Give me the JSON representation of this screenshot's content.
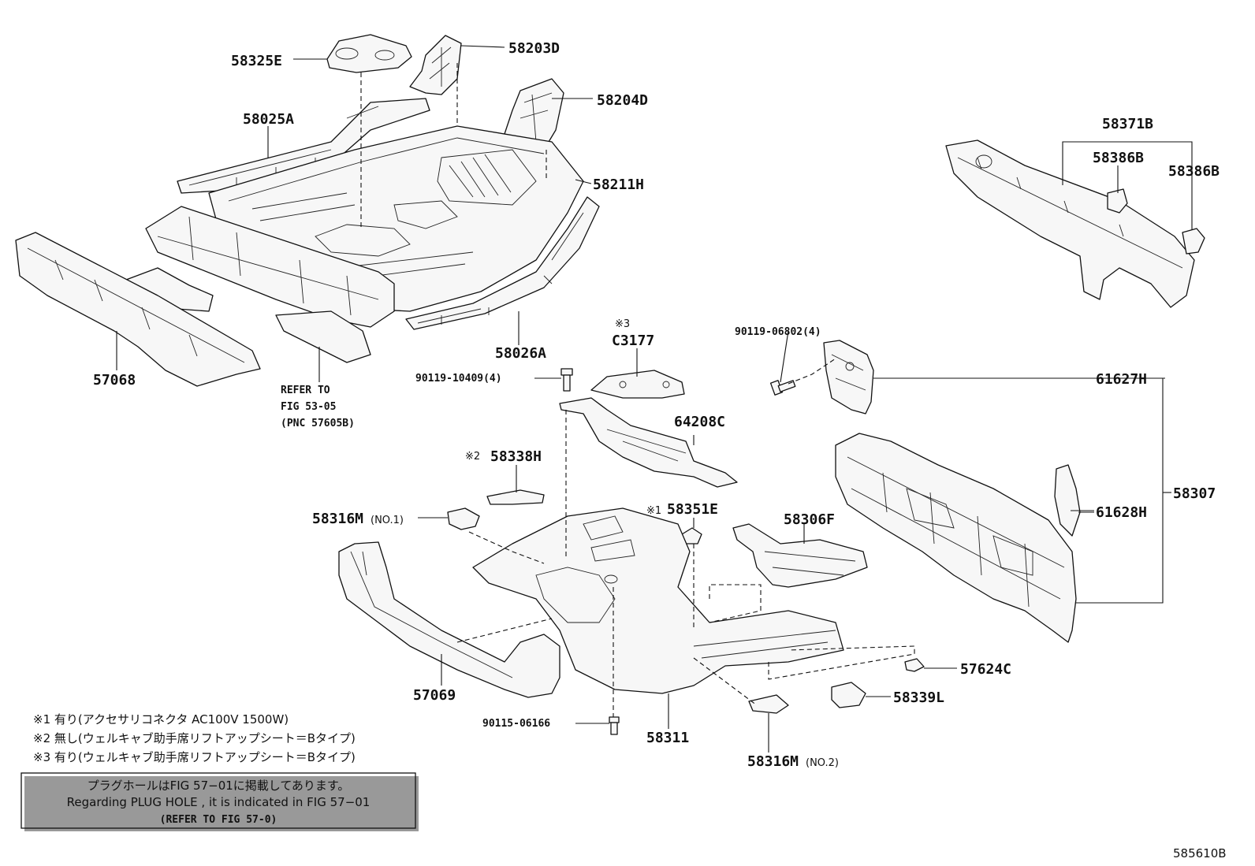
{
  "labels": {
    "p58325E": "58325E",
    "p58203D": "58203D",
    "p58204D": "58204D",
    "p58025A": "58025A",
    "p58211H": "58211H",
    "p57068": "57068",
    "p58026A": "58026A",
    "refer_line1": "REFER TO",
    "refer_line2": "FIG 53-05",
    "refer_line3": "(PNC 57605B)",
    "p58371B": "58371B",
    "p58386B_a": "58386B",
    "p58386B_b": "58386B",
    "mark3": "※3",
    "pC3177": "C3177",
    "bolt1": "90119-10409(4)",
    "bolt2": "90119-06802(4)",
    "p61627H": "61627H",
    "p64208C": "64208C",
    "mark2": "※2",
    "p58338H": "58338H",
    "p58316M_1": "58316M",
    "no1": "(NO.1)",
    "mark1": "※1",
    "p58351E": "58351E",
    "p58306F": "58306F",
    "p61628H": "61628H",
    "p58307": "58307",
    "p57069": "57069",
    "p57624C": "57624C",
    "p58339L": "58339L",
    "bolt3": "90115-06166",
    "p58311": "58311",
    "p58316M_2": "58316M",
    "no2": "(NO.2)",
    "figure_id": "585610B"
  },
  "notes": [
    "※1 有り(アクセサリコネクタ AC100V 1500W)",
    "※2 無し(ウェルキャブ助手席リフトアップシート＝Bタイプ)",
    "※3 有り(ウェルキャブ助手席リフトアップシート＝Bタイプ)"
  ],
  "refbox": {
    "line1": "プラグホールはFIG 57−01に掲載してあります。",
    "line2": "Regarding PLUG HOLE , it is indicated in FIG 57−01",
    "line3": "(REFER TO FIG 57-0)"
  }
}
